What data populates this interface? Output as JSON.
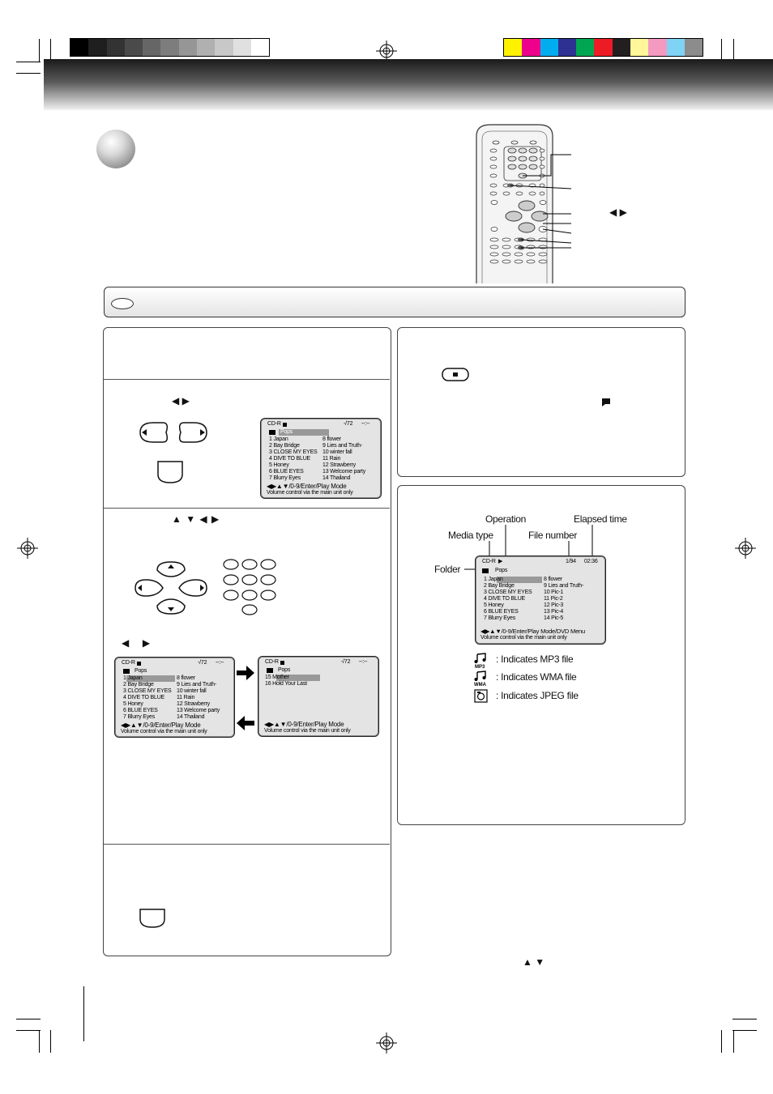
{
  "print_marks": {
    "gray_bar": [
      "#000000",
      "#1f1f1f",
      "#333333",
      "#4a4a4a",
      "#666666",
      "#7d7d7d",
      "#969696",
      "#b0b0b0",
      "#c8c8c8",
      "#e0e0e0",
      "#ffffff"
    ],
    "color_bar": [
      "#fff200",
      "#ec008c",
      "#00aeef",
      "#2e3192",
      "#00a651",
      "#ed1c24",
      "#231f20",
      "#fff799",
      "#f49ac1",
      "#7fd4f5",
      "#8c8c8c"
    ]
  },
  "remote": {
    "arrow_label": "◀ ▶"
  },
  "left_panel": {
    "step2_arrows": "◀ ▶",
    "step3_arrows": "▲ ▼ ◀ ▶",
    "step3_lr": "◀     ▶"
  },
  "right_panel": {
    "bookmark_glyph": "⏹"
  },
  "osd_main": {
    "media": "CD-R",
    "counter": "-/72",
    "time": "--:--",
    "folder": "Pops",
    "left_items": [
      "1 Japan",
      "2 Bay Bridge",
      "3 CLOSE MY EYES",
      "4 DIVE TO BLUE",
      "5 Honey",
      "6 BLUE EYES",
      "7 Blurry Eyes"
    ],
    "right_items": [
      "8 flower",
      "9 Lies and Truth-",
      "10 winter fall",
      "11 Rain",
      "12 Strawberry",
      "13 Welcome party",
      "14 Thailand"
    ],
    "nav_line": "◀▶▲▼/0-9/Enter/Play Mode",
    "volume_line": "Volume control via the main unit only"
  },
  "osd_folder": {
    "media": "CD-R",
    "counter": "-/72",
    "time": "--:--",
    "folder": "Pops",
    "items": [
      "15 Mother",
      "16 Hold Your Last"
    ],
    "nav_line": "◀▶▲▼/0-9/Enter/Play Mode",
    "volume_line": "Volume control via the main unit only"
  },
  "osd_diagram": {
    "media": "CD-R",
    "play": "▶",
    "file_number": "1/94",
    "elapsed": "02:36",
    "folder": "Pops",
    "left_items": [
      "1 Japan",
      "2 Bay Bridge",
      "3 CLOSE MY EYES",
      "4 DIVE TO BLUE",
      "5 Honey",
      "6 BLUE EYES",
      "7 Blurry Eyes"
    ],
    "right_items": [
      "8 flower",
      "9 Lies and Truth-",
      "10 Pic-1",
      "11 Pic-2",
      "12 Pic-3",
      "13 Pic-4",
      "14 Pic-5"
    ],
    "nav_line": "◀▶▲▼/0-9/Enter/Play Mode/DVD Menu",
    "volume_line": "Volume control via the main unit only"
  },
  "diagram_labels": {
    "operation": "Operation",
    "elapsed_time": "Elapsed time",
    "media_type": "Media type",
    "file_number": "File number",
    "folder": "Folder"
  },
  "legend": {
    "mp3": ": Indicates MP3 file",
    "wma": ": Indicates WMA file",
    "jpeg": ": Indicates JPEG file"
  },
  "footer_arrows": "▲ ▼"
}
